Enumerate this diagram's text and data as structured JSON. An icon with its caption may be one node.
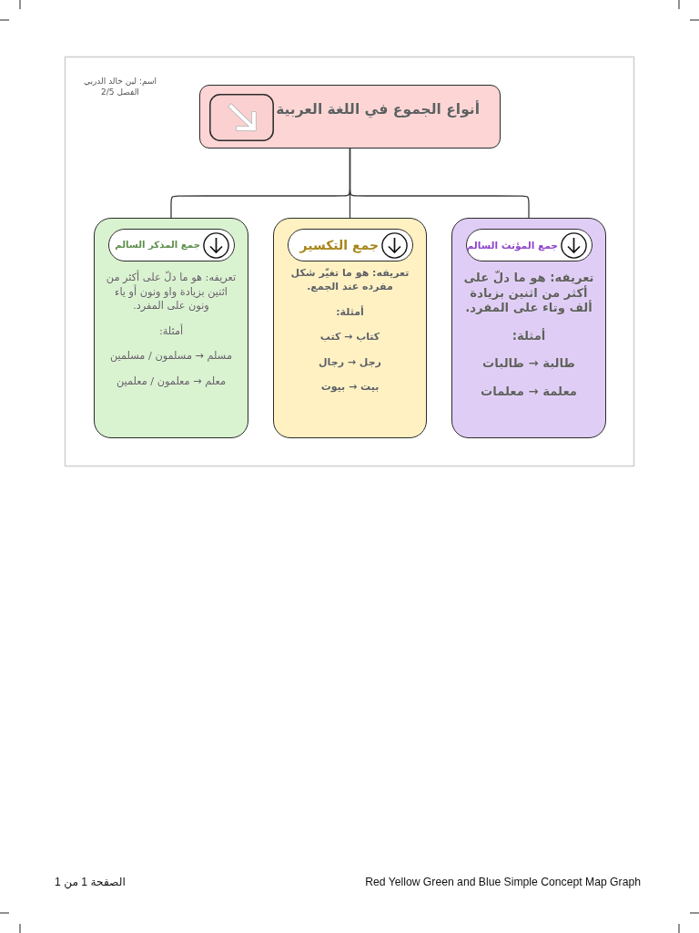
{
  "diagram": {
    "nodes": [
      {
        "text": [
          "أنواع الجموع في اللغة العربية"
        ]
      },
      {
        "text": [
          "تعريفه: هو ما دلّ على أكثر من اثنين بزيادة ألف وتاء على المفرد.",
          "أمثلة:",
          "طالبة → طالبات",
          "معلمة → معلمات"
        ]
      },
      {
        "text": [
          "جمع المؤنث السالم"
        ],
        "in": 1
      },
      {
        "text": [
          "تعريفه: هو ما تغيّر شكل مفرده عند الجمع.",
          "أمثلة:",
          "كتاب → كتب",
          "رجل → رجال",
          "بيت → بيوت"
        ]
      },
      {
        "text": [
          "جمع التكسير"
        ],
        "in": 3
      },
      {
        "text": [
          "تعريفه: هو ما دلّ على أكثر من اثنين بزيادة واو ونون أو ياء ونون على المفرد.",
          "أمثلة:",
          "مسلم → مسلمون / مسلمين",
          "معلم → معلمون / معلمين"
        ]
      },
      {
        "text": [
          "جمع المذكر السالم"
        ],
        "in": 5
      }
    ],
    "edges": [
      {
        "from": 0,
        "to": 1,
        "arrow": "none"
      },
      {
        "from": 0,
        "to": 3,
        "arrow": "none"
      },
      {
        "from": 0,
        "to": 5,
        "arrow": "none"
      }
    ],
    "labels": [
      "اسم: لين خالد الدربي",
      "الفصل 2/5",
      "Red Yellow Green and Blue Simple Concept Map Graph",
      "الصفحة 1 من 1"
    ]
  }
}
